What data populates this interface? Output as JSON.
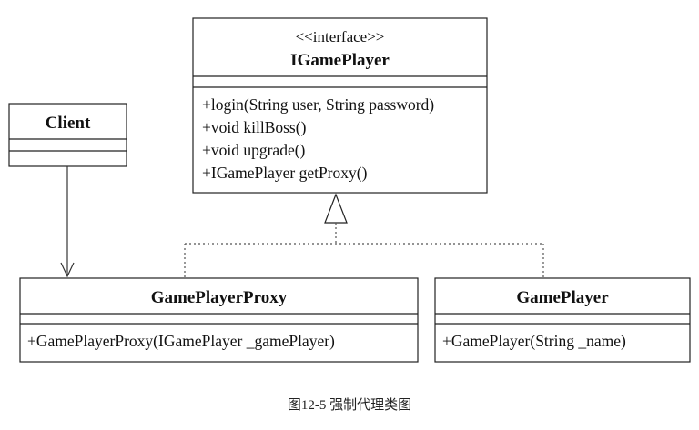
{
  "diagram": {
    "interface_box": {
      "stereotype": "<<interface>>",
      "name": "IGamePlayer",
      "methods": [
        "+login(String user, String password)",
        "+void killBoss()",
        "+void upgrade()",
        "+IGamePlayer getProxy()"
      ]
    },
    "client_box": {
      "name": "Client"
    },
    "proxy_box": {
      "name": "GamePlayerProxy",
      "methods": [
        "+GamePlayerProxy(IGamePlayer _gamePlayer)"
      ]
    },
    "player_box": {
      "name": "GamePlayer",
      "methods": [
        "+GamePlayer(String _name)"
      ]
    }
  },
  "caption": "图12-5 强制代理类图",
  "colors": {
    "line": "#222222",
    "background": "#ffffff"
  }
}
